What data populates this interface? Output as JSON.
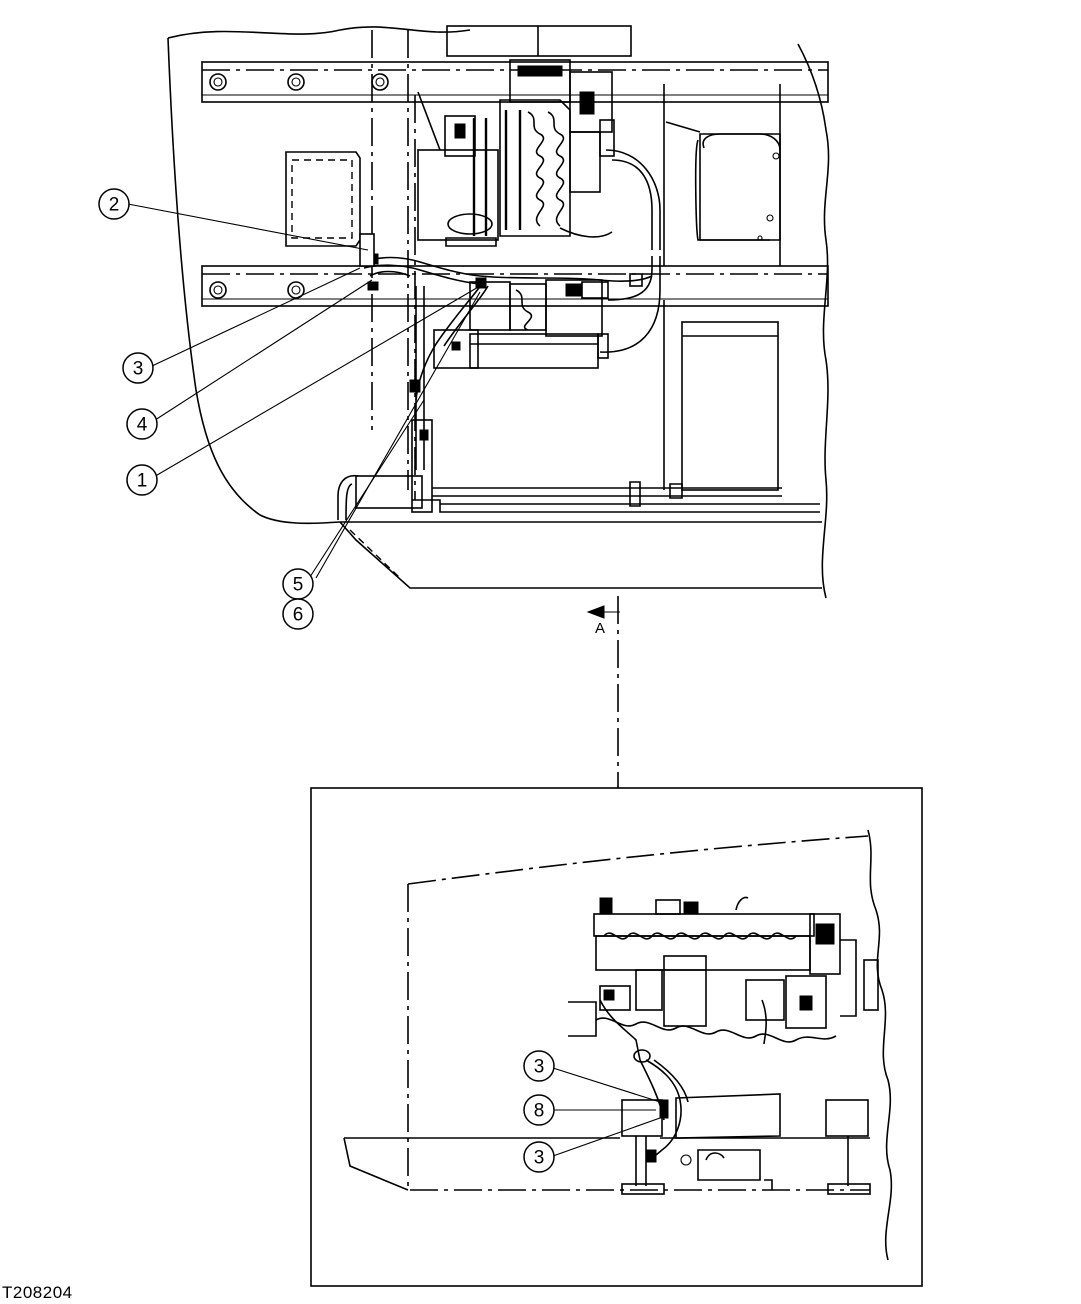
{
  "figure": {
    "id": "T208204"
  },
  "main_view": {
    "callouts": [
      {
        "number": "2"
      },
      {
        "number": "3"
      },
      {
        "number": "4"
      },
      {
        "number": "1"
      },
      {
        "number": "5"
      },
      {
        "number": "6"
      }
    ],
    "view_marker": "A"
  },
  "detail_view_a": {
    "callouts": [
      {
        "number": "3"
      },
      {
        "number": "8"
      },
      {
        "number": "3"
      }
    ]
  }
}
